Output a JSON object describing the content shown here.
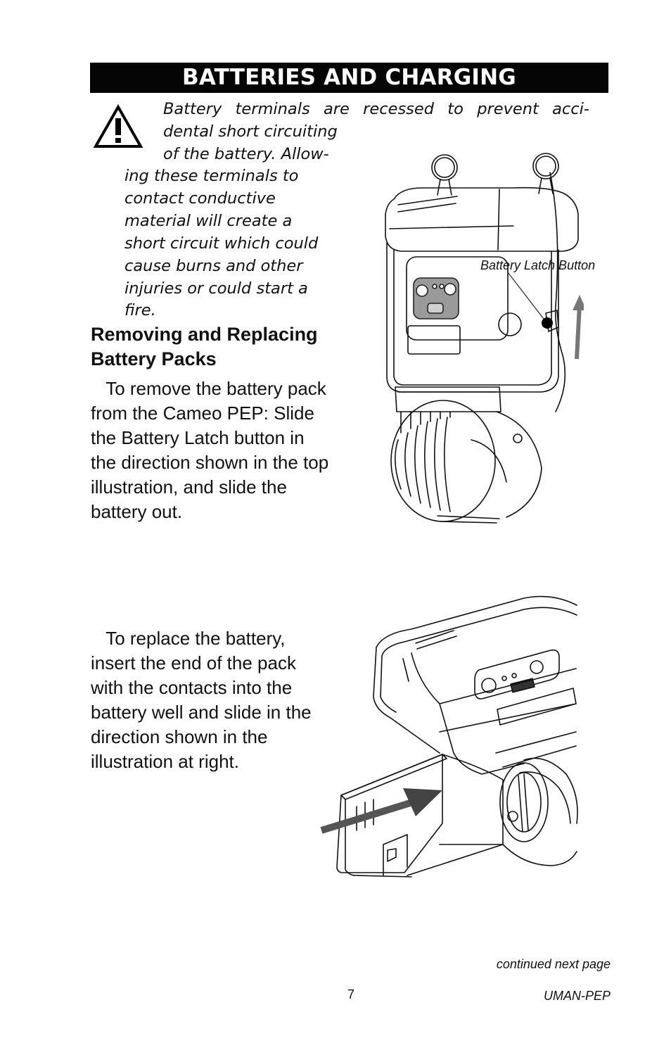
{
  "header": {
    "title": "BATTERIES AND CHARGING"
  },
  "warning": {
    "icon": "warning-triangle-icon",
    "lines": [
      "Battery terminals are recessed to prevent acci-",
      "dental short circuiting",
      "of the battery.  Allow-",
      "ing these terminals to",
      "contact conductive",
      "material will create a",
      "short circuit which could",
      "cause burns and other",
      "injuries or could start a",
      "fire."
    ]
  },
  "section": {
    "heading_line1": "Removing and Replacing",
    "heading_line2": "Battery Packs",
    "remove_lines": [
      "   To remove the battery pack",
      "from the Cameo PEP: Slide",
      "the Battery Latch button in",
      "the direction shown in the top",
      "illustration, and slide the",
      "battery out."
    ],
    "replace_lines": [
      "   To replace the battery,",
      "insert the end of the pack",
      "with the contacts into the",
      "battery well and slide in the",
      "direction shown in the",
      "illustration at right."
    ]
  },
  "illustration_top": {
    "callout": "Battery Latch Button",
    "icon": "printer-battery-latch-illustration"
  },
  "illustration_bottom": {
    "icon": "printer-battery-insert-illustration"
  },
  "footer": {
    "continued": "continued next page",
    "page_number": "7",
    "doc_id": "UMAN-PEP"
  }
}
